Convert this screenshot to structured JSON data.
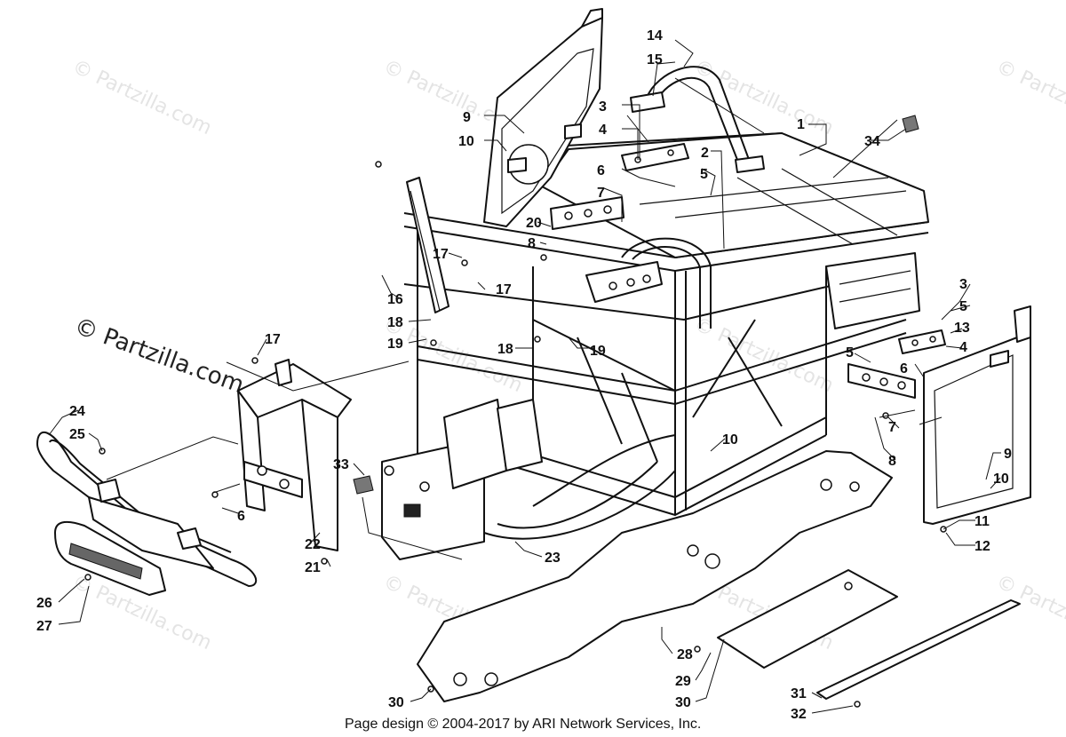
{
  "watermark": {
    "main_text": "© Partzilla.com",
    "tile_text": "© Partzilla.com"
  },
  "footer": {
    "text": "Page design © 2004-2017 by ARI Network Services, Inc."
  },
  "callouts": [
    {
      "key": "c1",
      "label": "1"
    },
    {
      "key": "c2",
      "label": "2"
    },
    {
      "key": "c3a",
      "label": "3"
    },
    {
      "key": "c3b",
      "label": "3"
    },
    {
      "key": "c4a",
      "label": "4"
    },
    {
      "key": "c4b",
      "label": "4"
    },
    {
      "key": "c5a",
      "label": "5"
    },
    {
      "key": "c5b",
      "label": "5"
    },
    {
      "key": "c5c",
      "label": "5"
    },
    {
      "key": "c6a",
      "label": "6"
    },
    {
      "key": "c6b",
      "label": "6"
    },
    {
      "key": "c6c",
      "label": "6"
    },
    {
      "key": "c7a",
      "label": "7"
    },
    {
      "key": "c7b",
      "label": "7"
    },
    {
      "key": "c8a",
      "label": "8"
    },
    {
      "key": "c8b",
      "label": "8"
    },
    {
      "key": "c9a",
      "label": "9"
    },
    {
      "key": "c9b",
      "label": "9"
    },
    {
      "key": "c10a",
      "label": "10"
    },
    {
      "key": "c10b",
      "label": "10"
    },
    {
      "key": "c10c",
      "label": "10"
    },
    {
      "key": "c11",
      "label": "11"
    },
    {
      "key": "c12",
      "label": "12"
    },
    {
      "key": "c13",
      "label": "13"
    },
    {
      "key": "c14",
      "label": "14"
    },
    {
      "key": "c15",
      "label": "15"
    },
    {
      "key": "c16",
      "label": "16"
    },
    {
      "key": "c17a",
      "label": "17"
    },
    {
      "key": "c17b",
      "label": "17"
    },
    {
      "key": "c17c",
      "label": "17"
    },
    {
      "key": "c18a",
      "label": "18"
    },
    {
      "key": "c18b",
      "label": "18"
    },
    {
      "key": "c19a",
      "label": "19"
    },
    {
      "key": "c19b",
      "label": "19"
    },
    {
      "key": "c20",
      "label": "20"
    },
    {
      "key": "c21",
      "label": "21"
    },
    {
      "key": "c22",
      "label": "22"
    },
    {
      "key": "c23",
      "label": "23"
    },
    {
      "key": "c24",
      "label": "24"
    },
    {
      "key": "c25",
      "label": "25"
    },
    {
      "key": "c26",
      "label": "26"
    },
    {
      "key": "c27",
      "label": "27"
    },
    {
      "key": "c28",
      "label": "28"
    },
    {
      "key": "c29",
      "label": "29"
    },
    {
      "key": "c30a",
      "label": "30"
    },
    {
      "key": "c30b",
      "label": "30"
    },
    {
      "key": "c31",
      "label": "31"
    },
    {
      "key": "c32",
      "label": "32"
    },
    {
      "key": "c33",
      "label": "33"
    },
    {
      "key": "c34",
      "label": "34"
    }
  ]
}
